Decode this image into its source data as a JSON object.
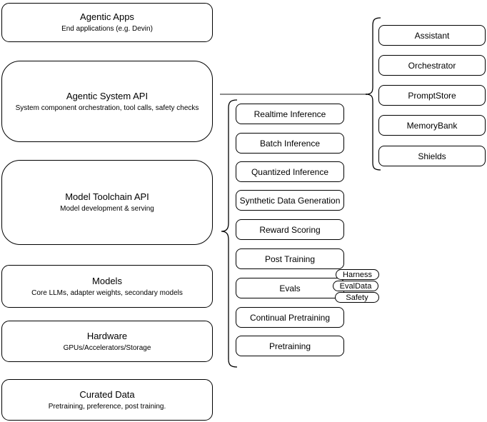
{
  "left_stack": [
    {
      "title": "Agentic Apps",
      "subtitle": "End applications (e.g. Devin)"
    },
    {
      "title": "Agentic System API",
      "subtitle": "System component orchestration, tool calls, safety checks"
    },
    {
      "title": "Model Toolchain API",
      "subtitle": "Model development & serving"
    },
    {
      "title": "Models",
      "subtitle": "Core LLMs, adapter weights, secondary models"
    },
    {
      "title": "Hardware",
      "subtitle": "GPUs/Accelerators/Storage"
    },
    {
      "title": "Curated Data",
      "subtitle": "Pretraining, preference, post training."
    }
  ],
  "toolchain_items": [
    "Realtime Inference",
    "Batch Inference",
    "Quantized Inference",
    "Synthetic Data Generation",
    "Reward Scoring",
    "Post Training",
    "Evals",
    "Continual Pretraining",
    "Pretraining"
  ],
  "evals_tags": [
    "Harness",
    "EvalData",
    "Safety"
  ],
  "system_components": [
    "Assistant",
    "Orchestrator",
    "PromptStore",
    "MemoryBank",
    "Shields"
  ],
  "colors": {
    "stroke": "#000000",
    "connector_line": "#8c8c8c",
    "box_fill": "#ffffff",
    "background": "#ffffff",
    "text": "#000000"
  }
}
